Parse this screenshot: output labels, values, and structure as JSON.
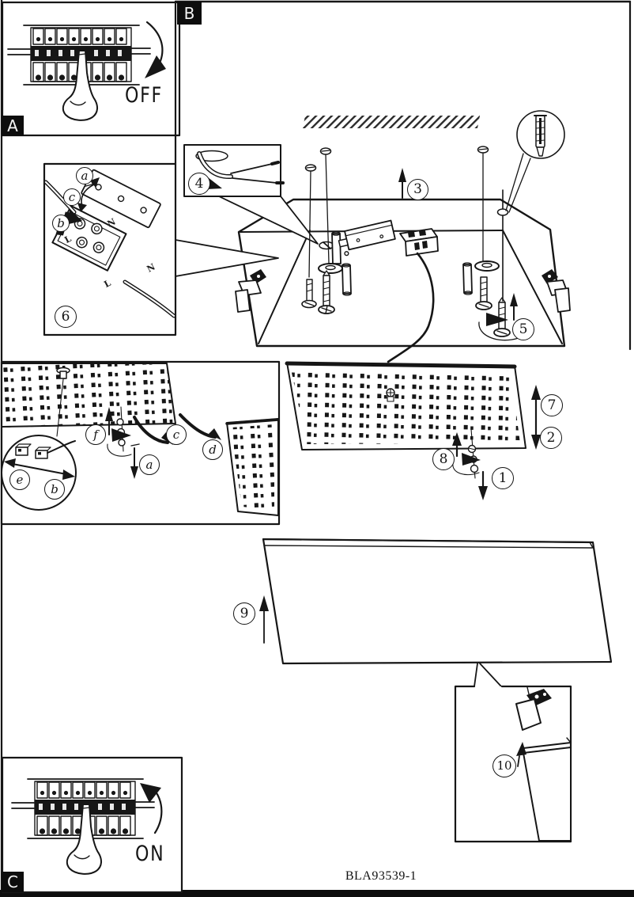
{
  "page": {
    "part_number": "BLA93539-1",
    "paper_color": "#ffffff",
    "ink_color": "#161616"
  },
  "panel_a": {
    "label": "A",
    "power_state": "OFF"
  },
  "panel_b": {
    "label": "B"
  },
  "panel_c": {
    "label": "C",
    "power_state": "ON"
  },
  "steps": [
    "1",
    "2",
    "3",
    "4",
    "5",
    "6",
    "7",
    "8",
    "9",
    "10"
  ],
  "wiring_detail": {
    "markers": [
      "a",
      "b",
      "c"
    ],
    "terminal_neutral": "N",
    "terminal_live": "L"
  },
  "panel_adjust_detail": {
    "markers": [
      "f",
      "c",
      "d",
      "a",
      "e",
      "b"
    ]
  }
}
